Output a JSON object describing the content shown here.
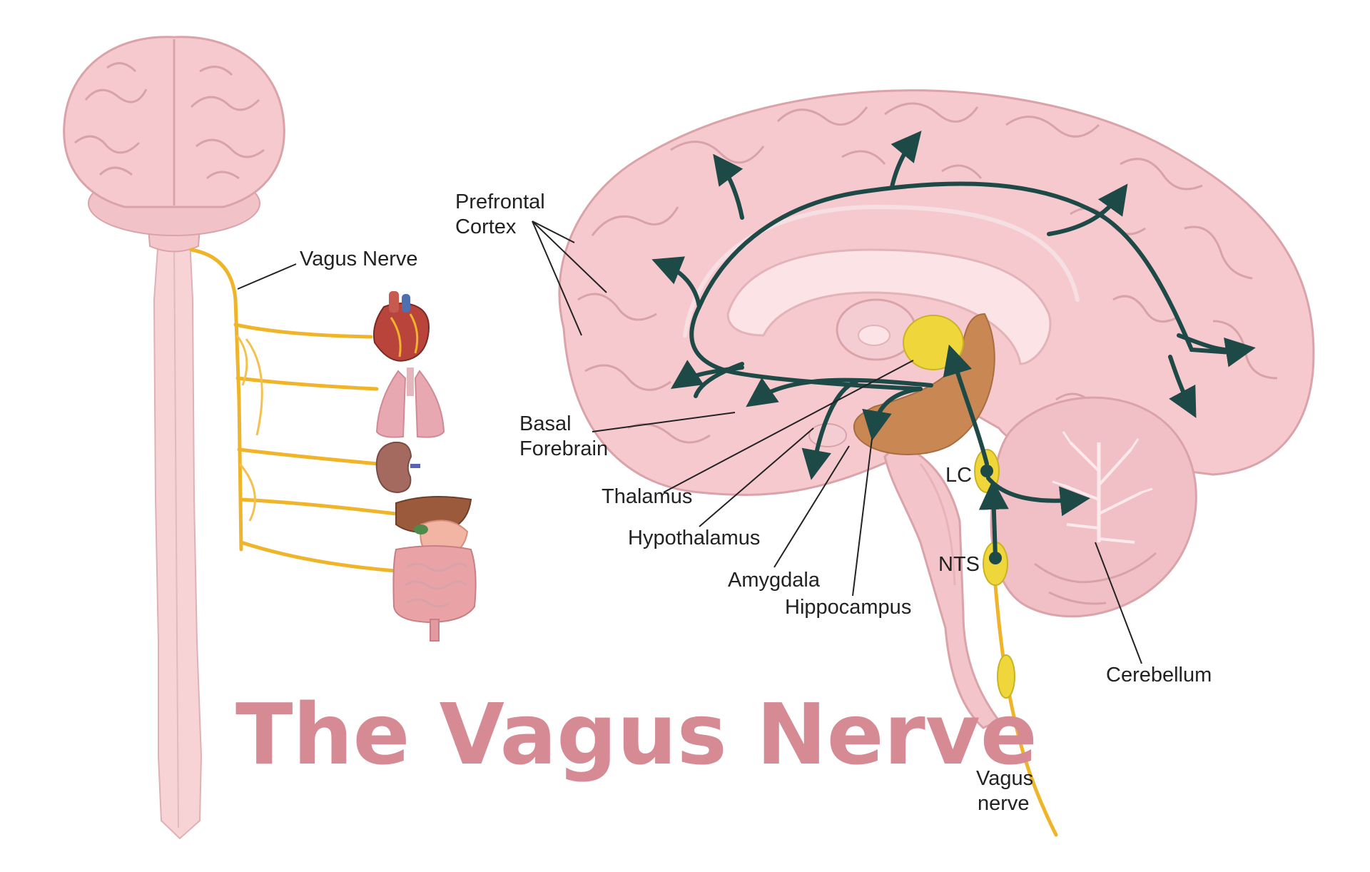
{
  "title": "The Vagus Nerve",
  "colors": {
    "title": "#d68a93",
    "brain": "#f6c9ce",
    "brain_outline": "#d9a3a9",
    "pathway": "#1d4946",
    "vagus_nerve": "#f0b429",
    "nucleus": "#eed63b",
    "hippocampus": "#c88753"
  },
  "left_panel": {
    "vagus_label": "Vagus Nerve",
    "organs": [
      "heart-icon",
      "lungs-icon",
      "kidney-icon",
      "stomach-liver-icon",
      "intestines-icon"
    ]
  },
  "right_panel": {
    "labels": {
      "prefrontal_line1": "Prefrontal",
      "prefrontal_line2": "Cortex",
      "basal_line1": "Basal",
      "basal_line2": "Forebrain",
      "thalamus": "Thalamus",
      "hypothalamus": "Hypothalamus",
      "amygdala": "Amygdala",
      "hippocampus": "Hippocampus",
      "lc": "LC",
      "nts": "NTS",
      "cerebellum": "Cerebellum",
      "vagus_line1": "Vagus",
      "vagus_line2": "nerve"
    }
  }
}
